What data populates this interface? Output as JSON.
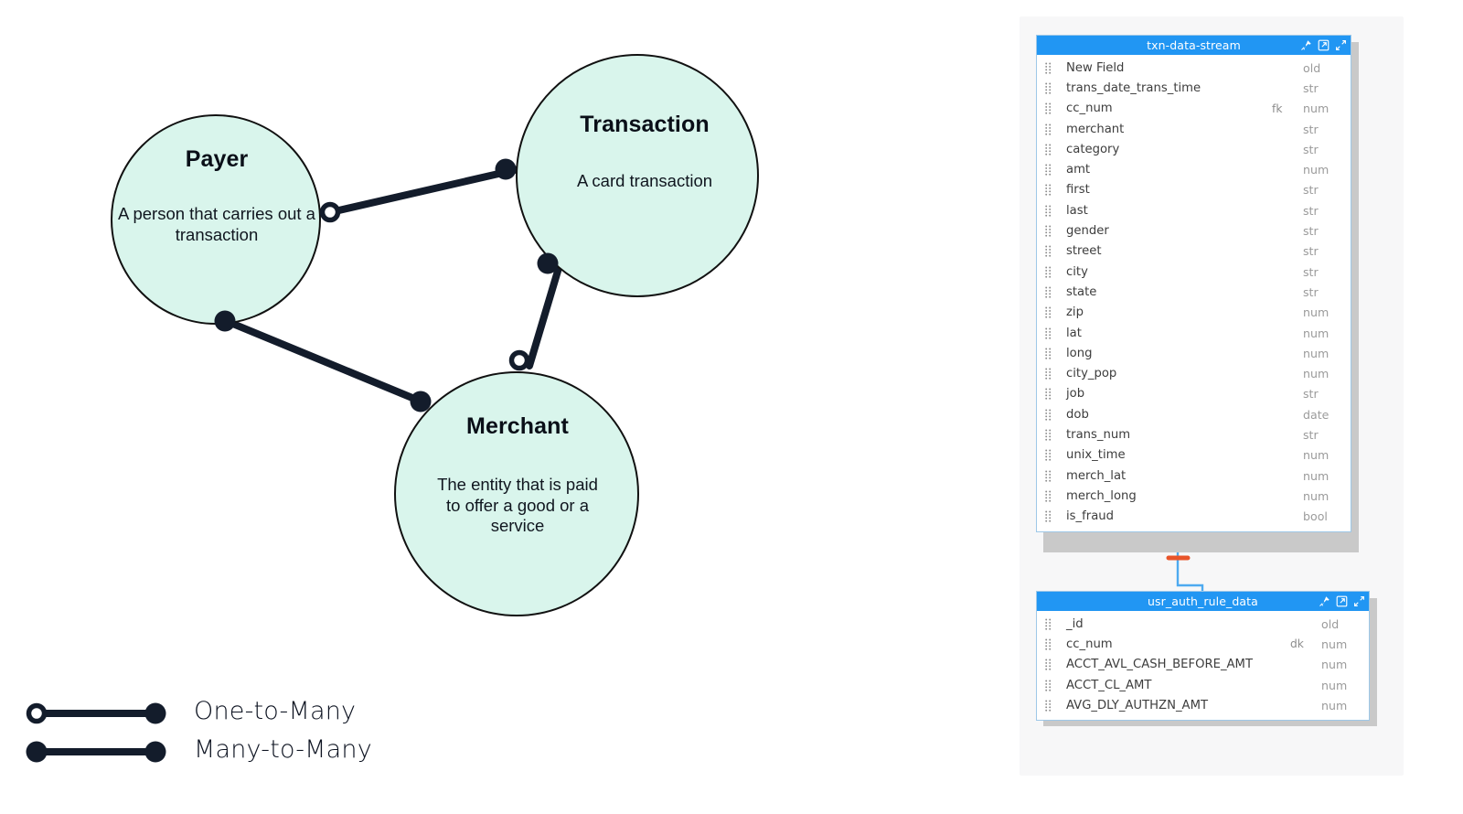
{
  "diagram": {
    "name": "entity-relationship-concept-diagram",
    "entities": [
      {
        "id": "payer",
        "title": "Payer",
        "description": "A person that carries out a transaction",
        "fill": "#d9f5ec",
        "stroke": "#111111"
      },
      {
        "id": "transaction",
        "title": "Transaction",
        "description": "A card transaction",
        "fill": "#d9f5ec",
        "stroke": "#111111"
      },
      {
        "id": "merchant",
        "title": "Merchant",
        "description": "The entity that is paid to offer a good or a service",
        "fill": "#d9f5ec",
        "stroke": "#111111"
      }
    ],
    "relationships": [
      {
        "from": "payer",
        "to": "transaction",
        "type": "One-to-Many"
      },
      {
        "from": "transaction",
        "to": "merchant",
        "type": "One-to-Many"
      },
      {
        "from": "payer",
        "to": "merchant",
        "type": "Many-to-Many"
      }
    ],
    "legend": [
      {
        "label": "One-to-Many",
        "start_marker": "hollow-circle",
        "end_marker": "filled-circle"
      },
      {
        "label": "Many-to-Many",
        "start_marker": "filled-circle",
        "end_marker": "filled-circle"
      }
    ],
    "line_color": "#131c2b"
  },
  "schema": {
    "panel_background": "#f7f7f8",
    "header_color": "#2196f3",
    "tables": [
      {
        "name": "txn-data-stream",
        "header_icons": [
          "pin-icon",
          "open-external-icon",
          "expand-icon"
        ],
        "fields": [
          {
            "name": "New Field",
            "key": "",
            "type": "old"
          },
          {
            "name": "trans_date_trans_time",
            "key": "",
            "type": "str"
          },
          {
            "name": "cc_num",
            "key": "fk",
            "type": "num"
          },
          {
            "name": "merchant",
            "key": "",
            "type": "str"
          },
          {
            "name": "category",
            "key": "",
            "type": "str"
          },
          {
            "name": "amt",
            "key": "",
            "type": "num"
          },
          {
            "name": "first",
            "key": "",
            "type": "str"
          },
          {
            "name": "last",
            "key": "",
            "type": "str"
          },
          {
            "name": "gender",
            "key": "",
            "type": "str"
          },
          {
            "name": "street",
            "key": "",
            "type": "str"
          },
          {
            "name": "city",
            "key": "",
            "type": "str"
          },
          {
            "name": "state",
            "key": "",
            "type": "str"
          },
          {
            "name": "zip",
            "key": "",
            "type": "num"
          },
          {
            "name": "lat",
            "key": "",
            "type": "num"
          },
          {
            "name": "long",
            "key": "",
            "type": "num"
          },
          {
            "name": "city_pop",
            "key": "",
            "type": "num"
          },
          {
            "name": "job",
            "key": "",
            "type": "str"
          },
          {
            "name": "dob",
            "key": "",
            "type": "date"
          },
          {
            "name": "trans_num",
            "key": "",
            "type": "str"
          },
          {
            "name": "unix_time",
            "key": "",
            "type": "num"
          },
          {
            "name": "merch_lat",
            "key": "",
            "type": "num"
          },
          {
            "name": "merch_long",
            "key": "",
            "type": "num"
          },
          {
            "name": "is_fraud",
            "key": "",
            "type": "bool"
          }
        ]
      },
      {
        "name": "usr_auth_rule_data",
        "header_icons": [
          "pin-icon",
          "open-external-icon",
          "expand-icon"
        ],
        "fields": [
          {
            "name": "_id",
            "key": "",
            "type": "old"
          },
          {
            "name": "cc_num",
            "key": "dk",
            "type": "num"
          },
          {
            "name": "ACCT_AVL_CASH_BEFORE_AMT",
            "key": "",
            "type": "num"
          },
          {
            "name": "ACCT_CL_AMT",
            "key": "",
            "type": "num"
          },
          {
            "name": "AVG_DLY_AUTHZN_AMT",
            "key": "",
            "type": "num"
          }
        ]
      }
    ],
    "connector": {
      "from_table": "txn-data-stream",
      "to_table": "usr_auth_rule_data",
      "color": "#4eaaf0",
      "source_marker_color": "#e8542a"
    }
  }
}
